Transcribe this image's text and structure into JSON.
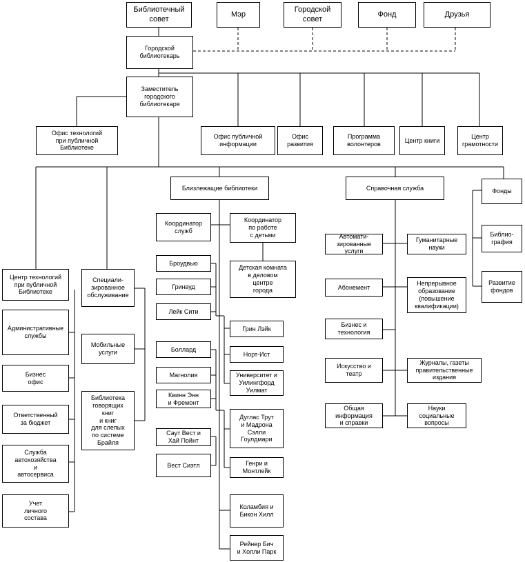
{
  "labels": {
    "board": "Библиотечный\nсовет",
    "mayor": "Мэр",
    "council": "Городской\nсовет",
    "fund": "Фонд",
    "friends": "Друзья",
    "librarian": "Городской\nбиблиотекарь",
    "deputy": "Заместитель\nгородского\nбиблиотекаря",
    "tech_office": "Офис технологий\nпри публичной\nБиблиотеке",
    "public_info": "Офис публичной\nинформации",
    "dev_office": "Офис\nразвития",
    "volunteers": "Программа\nволонтеров",
    "book_center": "Центр книги",
    "literacy": "Центр\nграмотности",
    "nearby": "Близлежащие библиотеки",
    "reference": "Справочная служба",
    "funds": "Фонды",
    "tech_center": "Центр технологий\nпри публичной\nБиблиотеке",
    "admin": "Административные\nслужбы",
    "biz_office": "Бизнес\nофис",
    "budget": "Ответственный\nза бюджет",
    "auto": "Служба\nавтохозяйства\nи\nавтосервиса",
    "staff": "Учет\nличного\nсостава",
    "special": "Специали-\nзированное\nобслуживание",
    "mobile": "Мобильные\nуслуги",
    "braille": "Библиотека\nговорящих\nкниг\nи книг\nдля слепых\nпо системе\nБрайля",
    "coord_services": "Координатор\nслужб",
    "coord_children": "Координатор\nпо работе\nс детьми",
    "kids_room": "Детская комната\nв деловом\nцентре\nгорода",
    "broadview": "Броудвью",
    "greenwood": "Гринвуд",
    "lake_city": "Лейк Сити",
    "green_lake": "Грин Лэйк",
    "northeast": "Норт-Ист",
    "university": "Университет и\nУилингфорд\nУилмат",
    "ballard": "Боллард",
    "magnolia": "Магнолия",
    "queen_anne": "Квинн Энн\nи Фремонт",
    "douglass": "Дуглас Трут\nи Мадрона\nСэлли\nГоулдмари",
    "south_west": "Саут Вест и\nХай Пойнт",
    "henry": "Генри и\nМонтлейк",
    "west_seattle": "Вест Сиэтл",
    "columbia": "Коламбия и\nБикон Хилл",
    "rainier": "Рейнер Бич\nи Холли Парк",
    "automated": "Автомати-\nзированные\nуслуги",
    "humanities": "Гуманитарные\nнауки",
    "subscription": "Абонемент",
    "continuing": "Непрерывное\nобразование\n(повышение\nквалификации)",
    "business_tech": "Бизнес и\nтехнология",
    "journals": "Журналы, газеты\nправительственные\nиздания",
    "art_theater": "Искусство и\nтеатр",
    "general_info": "Общая\nинформация\nи справки",
    "social_sci": "Науки\nсоциальные\nвопросы",
    "bibliography": "Библио-\nграфия",
    "fund_dev": "Развитие\nфондов"
  }
}
